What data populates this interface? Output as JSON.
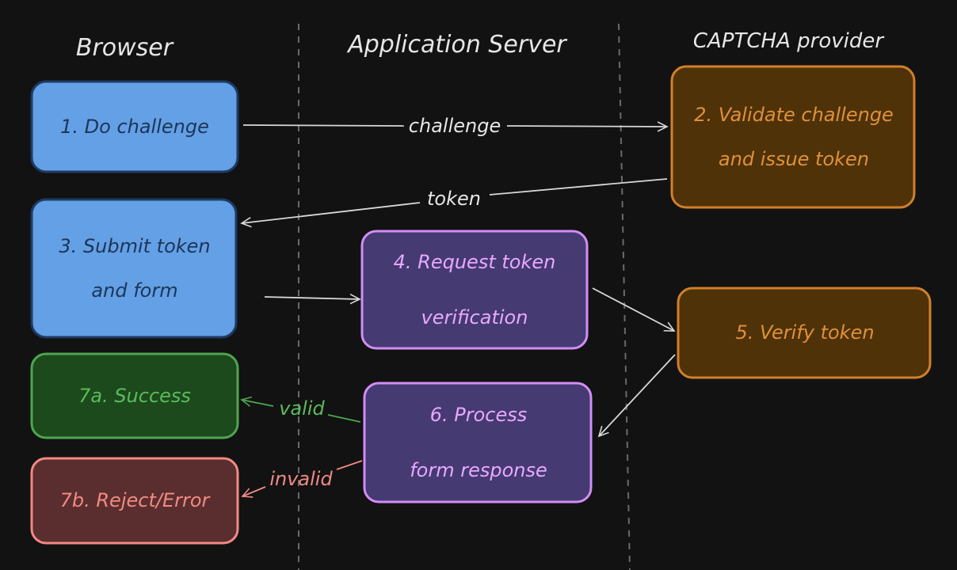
{
  "lanes": {
    "browser": "Browser",
    "server": "Application Server",
    "provider": "CAPTCHA provider"
  },
  "nodes": {
    "do_challenge": {
      "line1": "1. Do challenge",
      "line2": ""
    },
    "validate": {
      "line1": "2. Validate challenge",
      "line2": "and issue token"
    },
    "submit": {
      "line1": "3. Submit token",
      "line2": "and form"
    },
    "request": {
      "line1": "4. Request token",
      "line2": "verification"
    },
    "verify": {
      "line1": "5. Verify token",
      "line2": ""
    },
    "process": {
      "line1": "6. Process",
      "line2": "form response"
    },
    "success": {
      "line1": "7a. Success",
      "line2": ""
    },
    "reject": {
      "line1": "7b. Reject/Error",
      "line2": ""
    }
  },
  "edges": {
    "challenge": "challenge",
    "token": "token",
    "valid": "valid",
    "invalid": "invalid"
  },
  "colors": {
    "background": "#121212",
    "blue_fill": "#63a0e6",
    "blue_stroke": "#1e3a63",
    "blue_text": "#1d3557",
    "orange_fill": "#4f3208",
    "orange_stroke": "#d0802a",
    "orange_text": "#e0903a",
    "purple_fill": "#453a72",
    "purple_stroke": "#d28ef5",
    "purple_text": "#e8a8ff",
    "green_fill": "#1c4a1c",
    "green_stroke": "#4ea64e",
    "green_text": "#5cba5c",
    "red_fill": "#5a2e2e",
    "red_stroke": "#f28a84",
    "red_text": "#f28a84",
    "arrow": "#d8d8d8"
  }
}
